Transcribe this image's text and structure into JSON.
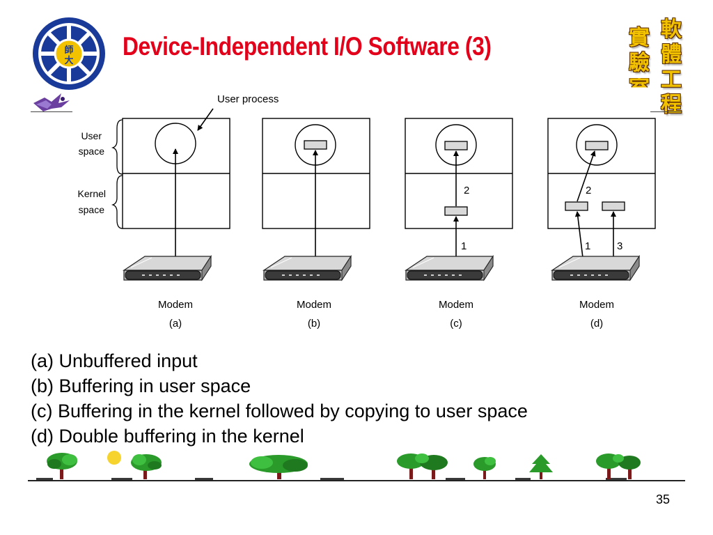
{
  "slide": {
    "title": "Device-Independent I/O Software (3)",
    "page_number": "35",
    "title_color": "#e3001b"
  },
  "logo": {
    "text_top": "師",
    "text_bottom": "大",
    "color": "#1a3a9a"
  },
  "lab_mark": {
    "chars": [
      "軟",
      "體",
      "工",
      "程",
      "實",
      "驗",
      "室"
    ]
  },
  "diagram": {
    "callout": "User process",
    "side_labels": {
      "user_space_line1": "User",
      "user_space_line2": "space",
      "kernel_space_line1": "Kernel",
      "kernel_space_line2": "space"
    },
    "panels": [
      {
        "id": "a",
        "device_label": "Modem",
        "panel_label": "(a)",
        "arrow_labels": []
      },
      {
        "id": "b",
        "device_label": "Modem",
        "panel_label": "(b)",
        "arrow_labels": []
      },
      {
        "id": "c",
        "device_label": "Modem",
        "panel_label": "(c)",
        "arrow_labels": [
          "1",
          "2"
        ]
      },
      {
        "id": "d",
        "device_label": "Modem",
        "panel_label": "(d)",
        "arrow_labels": [
          "1",
          "2",
          "3"
        ]
      }
    ]
  },
  "captions": [
    "(a) Unbuffered input",
    "(b) Buffering in user space",
    "(c) Buffering in the kernel followed by copying to user space",
    "(d) Double buffering in the kernel"
  ]
}
